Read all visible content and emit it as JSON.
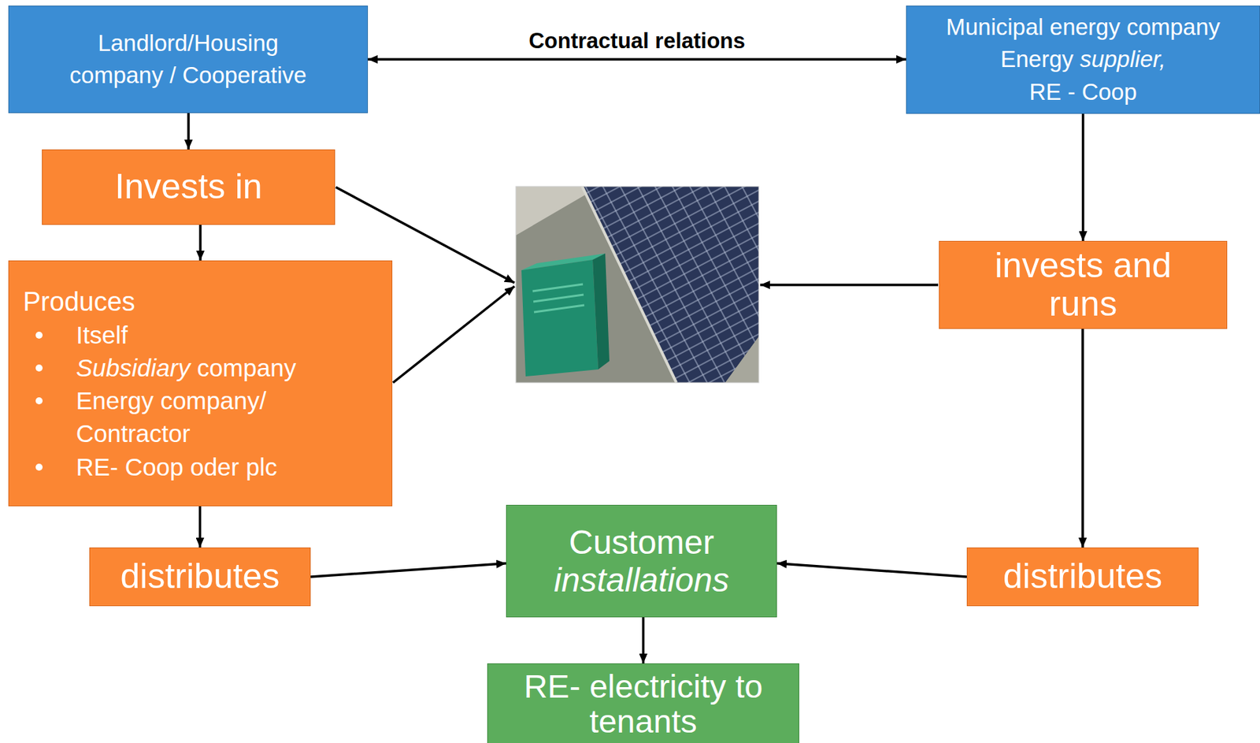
{
  "diagram": {
    "nodes": [
      {
        "text": [
          "Landlord/Housing company / Cooperative"
        ]
      },
      {
        "text": [
          "Municipal energy company Energy supplier, RE - Coop"
        ]
      },
      {
        "text": [
          "Invests in"
        ]
      },
      {
        "text": [
          "Produces",
          "Itself",
          "Subsidiary company",
          "Energy company/ Contractor",
          "RE- Coop oder plc"
        ]
      },
      {
        "text": [
          "invests and runs"
        ]
      },
      {
        "text": [
          "distributes"
        ]
      },
      {
        "text": [
          "Customer installations"
        ]
      },
      {
        "text": [
          "distributes"
        ]
      },
      {
        "text": [
          "RE- electricity to tenants"
        ]
      }
    ],
    "edges": [
      {
        "from": 0,
        "to": 1,
        "label": "Contractual relations",
        "arrow": "both"
      },
      {
        "from": 0,
        "to": 2,
        "arrow": "to"
      },
      {
        "from": 2,
        "to": 3,
        "arrow": "to"
      },
      {
        "from": 3,
        "to": 5,
        "arrow": "to"
      },
      {
        "from": 5,
        "to": 6,
        "arrow": "to"
      },
      {
        "from": 1,
        "to": 4,
        "arrow": "to"
      },
      {
        "from": 4,
        "to": 7,
        "arrow": "to"
      },
      {
        "from": 7,
        "to": 6,
        "arrow": "to"
      },
      {
        "from": 6,
        "to": 8,
        "arrow": "to"
      }
    ]
  }
}
